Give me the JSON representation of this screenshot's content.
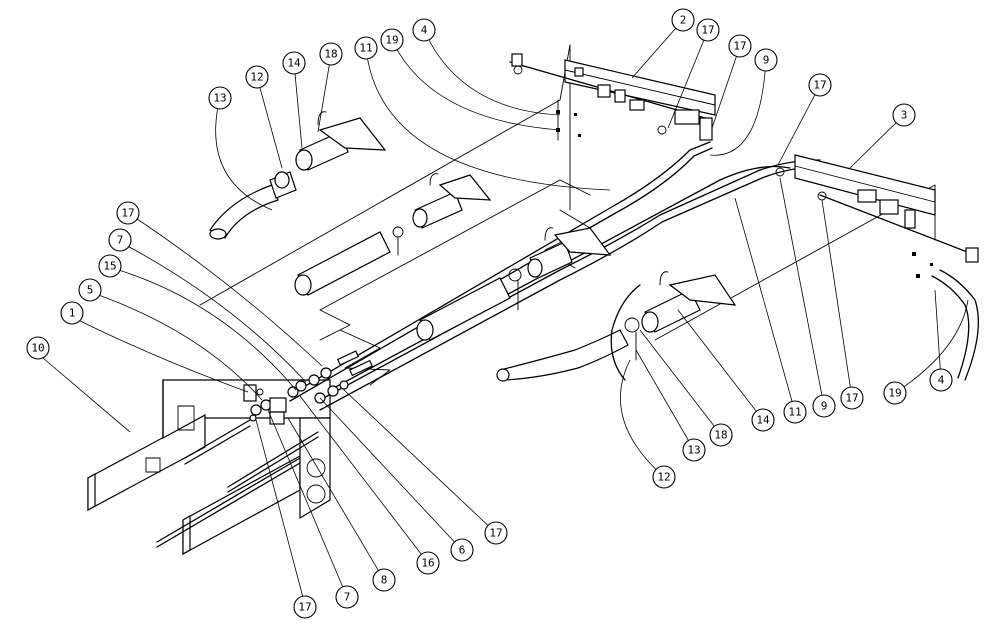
{
  "diagram": {
    "callouts": [
      {
        "id": "c10a",
        "label": "10"
      },
      {
        "id": "c1",
        "label": "1"
      },
      {
        "id": "c5",
        "label": "5"
      },
      {
        "id": "c15",
        "label": "15"
      },
      {
        "id": "c7a",
        "label": "7"
      },
      {
        "id": "c17a",
        "label": "17"
      },
      {
        "id": "c13a",
        "label": "13"
      },
      {
        "id": "c12a",
        "label": "12"
      },
      {
        "id": "c14a",
        "label": "14"
      },
      {
        "id": "c18a",
        "label": "18"
      },
      {
        "id": "c11a",
        "label": "11"
      },
      {
        "id": "c19a",
        "label": "19"
      },
      {
        "id": "c4a",
        "label": "4"
      },
      {
        "id": "c2",
        "label": "2"
      },
      {
        "id": "c17b",
        "label": "17"
      },
      {
        "id": "c17c",
        "label": "17"
      },
      {
        "id": "c9a",
        "label": "9"
      },
      {
        "id": "c17d",
        "label": "17"
      },
      {
        "id": "c3",
        "label": "3"
      },
      {
        "id": "c19b",
        "label": "19"
      },
      {
        "id": "c4b",
        "label": "4"
      },
      {
        "id": "c17e",
        "label": "17"
      },
      {
        "id": "c9b",
        "label": "9"
      },
      {
        "id": "c11b",
        "label": "11"
      },
      {
        "id": "c14b",
        "label": "14"
      },
      {
        "id": "c18b",
        "label": "18"
      },
      {
        "id": "c13b",
        "label": "13"
      },
      {
        "id": "c12b",
        "label": "12"
      },
      {
        "id": "c17f",
        "label": "17"
      },
      {
        "id": "c6",
        "label": "6"
      },
      {
        "id": "c16",
        "label": "16"
      },
      {
        "id": "c8",
        "label": "8"
      },
      {
        "id": "c7b",
        "label": "7"
      },
      {
        "id": "c17g",
        "label": "17"
      }
    ]
  }
}
